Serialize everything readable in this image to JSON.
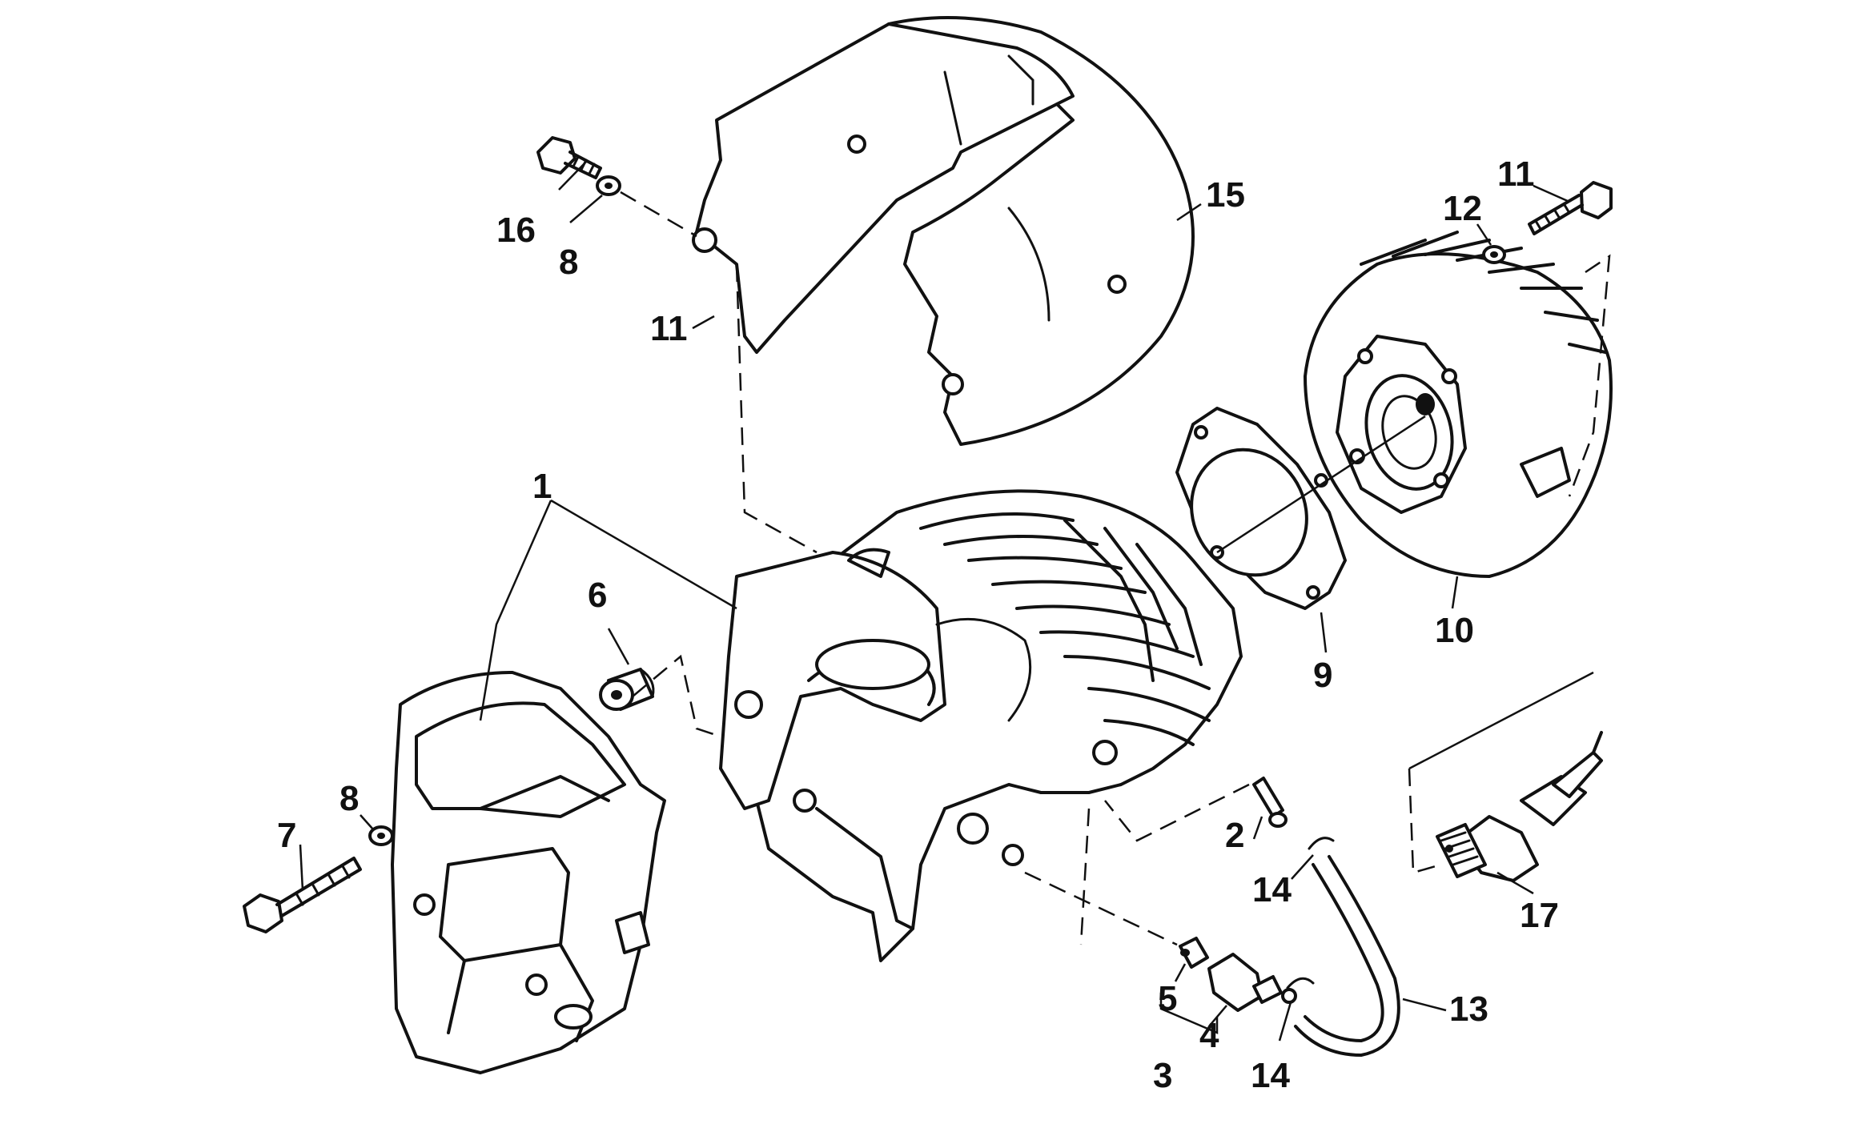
{
  "diagram": {
    "callouts": [
      {
        "id": "c1",
        "text": "1"
      },
      {
        "id": "c2",
        "text": "2"
      },
      {
        "id": "c3",
        "text": "3"
      },
      {
        "id": "c4",
        "text": "4"
      },
      {
        "id": "c5",
        "text": "5"
      },
      {
        "id": "c6",
        "text": "6"
      },
      {
        "id": "c7",
        "text": "7"
      },
      {
        "id": "c8a",
        "text": "8"
      },
      {
        "id": "c8b",
        "text": "8"
      },
      {
        "id": "c9",
        "text": "9"
      },
      {
        "id": "c10",
        "text": "10"
      },
      {
        "id": "c11a",
        "text": "11"
      },
      {
        "id": "c11b",
        "text": "11"
      },
      {
        "id": "c12",
        "text": "12"
      },
      {
        "id": "c13",
        "text": "13"
      },
      {
        "id": "c14a",
        "text": "14"
      },
      {
        "id": "c14b",
        "text": "14"
      },
      {
        "id": "c15",
        "text": "15"
      },
      {
        "id": "c16",
        "text": "16"
      },
      {
        "id": "c17",
        "text": "17"
      }
    ]
  }
}
